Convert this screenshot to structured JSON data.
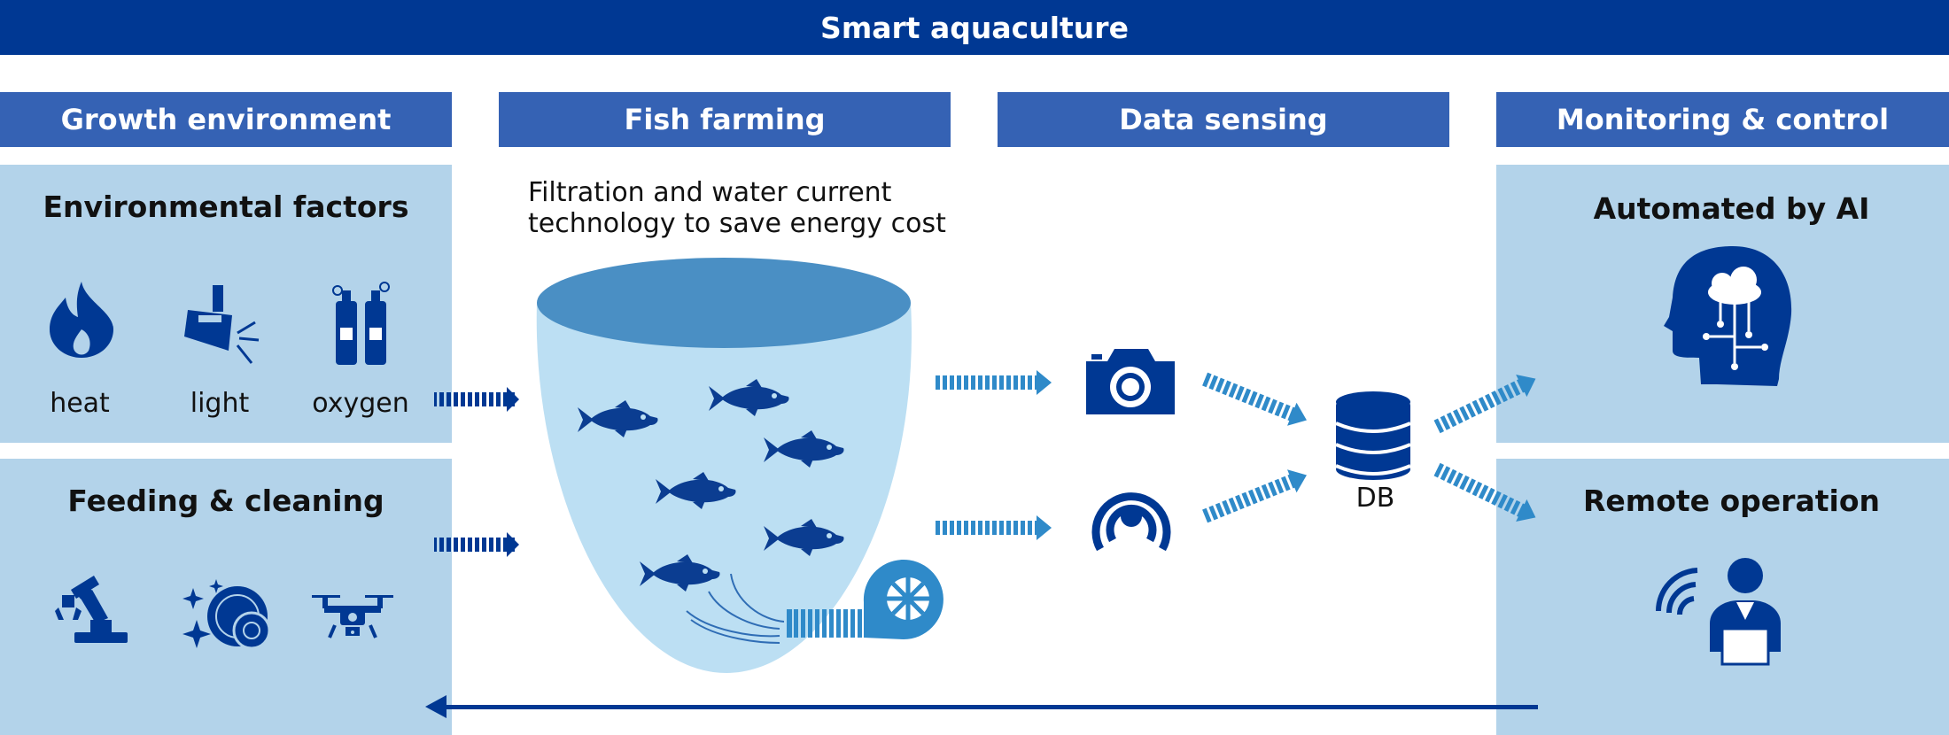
{
  "title": "Smart aquaculture",
  "columns": [
    "Growth environment",
    "Fish farming",
    "Data sensing",
    "Monitoring & control"
  ],
  "growth": {
    "env_title": "Environmental factors",
    "factors": [
      "heat",
      "light",
      "oxygen"
    ],
    "feed_title": "Feeding & cleaning"
  },
  "farming": {
    "caption_line1": "Filtration and water current",
    "caption_line2": "technology to save energy cost"
  },
  "sensing": {
    "db_label": "DB"
  },
  "monitoring": {
    "ai_title": "Automated by AI",
    "remote_title": "Remote operation"
  },
  "colors": {
    "navy": "#003893",
    "header_blue": "#3562b4",
    "panel_blue": "#b3d3ea",
    "water": "#bcdff3",
    "cyan_arrow": "#2f8ac9"
  },
  "icons": [
    "flame-icon",
    "spotlight-icon",
    "oxygen-tanks-icon",
    "robot-arm-icon",
    "clean-dish-icon",
    "drone-icon",
    "fish-icon",
    "pump-icon",
    "camera-icon",
    "sonar-icon",
    "database-icon",
    "ai-head-icon",
    "remote-operator-icon"
  ]
}
